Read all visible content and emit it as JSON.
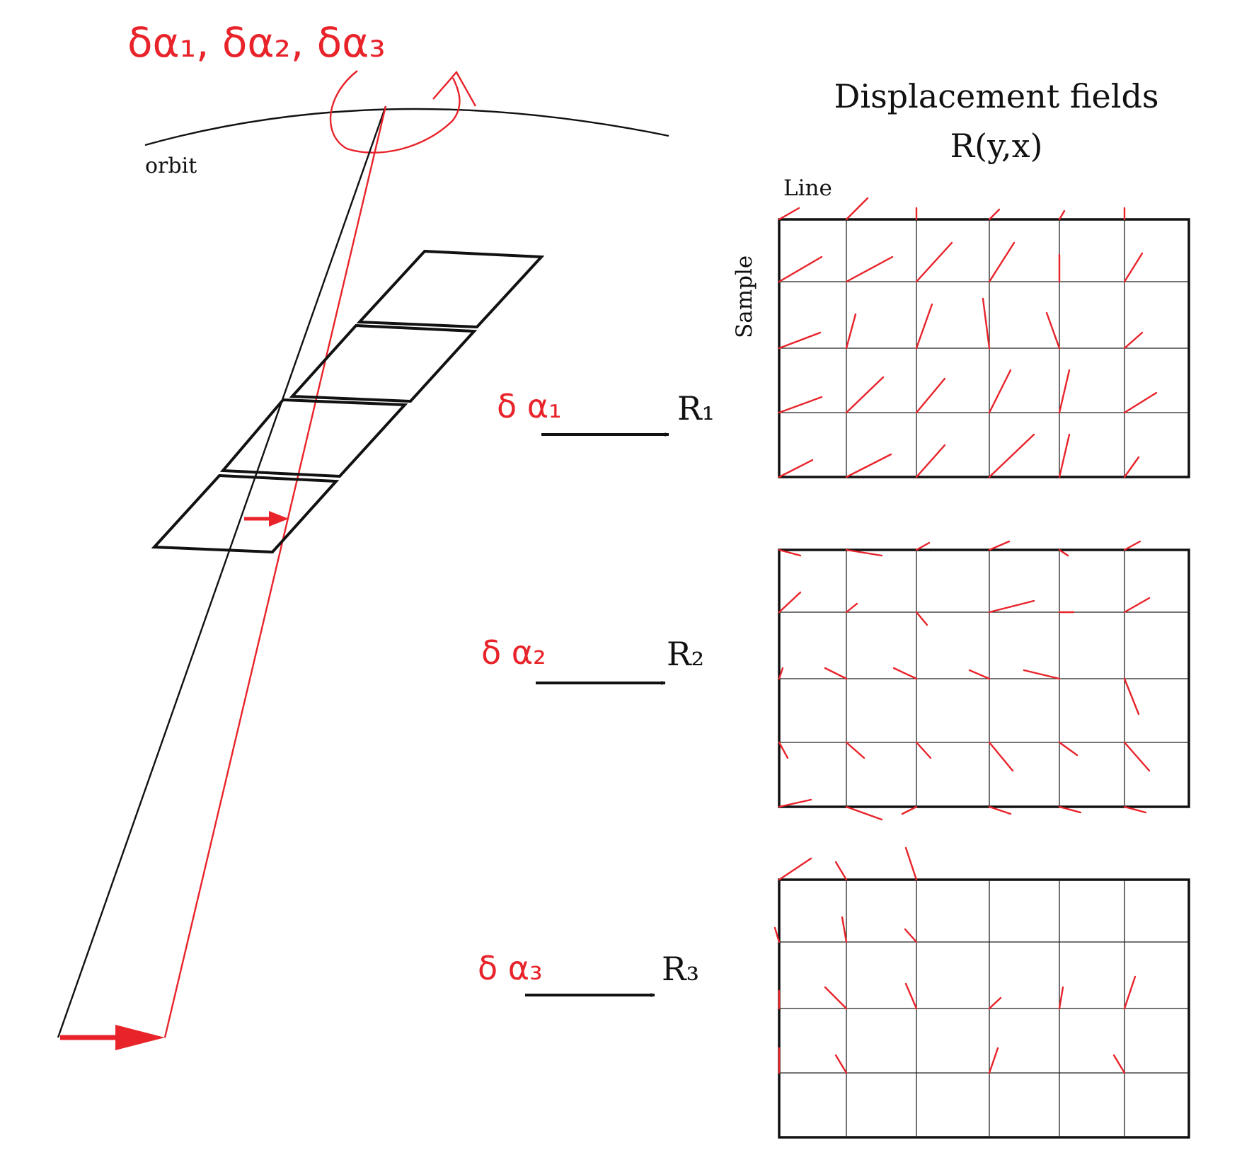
{
  "labels": {
    "top_angles": "δα₁, δα₂, δα₃",
    "orbit": "orbit",
    "title_line1": "Displacement fields",
    "title_line2": "R(y,x)",
    "axis_line": "Line",
    "axis_sample": "Sample"
  },
  "rows": [
    {
      "angle_label": "δ α₁",
      "result_label": "R₁"
    },
    {
      "angle_label": "δ α₂",
      "result_label": "R₂"
    },
    {
      "angle_label": "δ α₃",
      "result_label": "R₃"
    }
  ],
  "colors": {
    "perturbed": "#e8232a",
    "nominal": "#111111"
  }
}
